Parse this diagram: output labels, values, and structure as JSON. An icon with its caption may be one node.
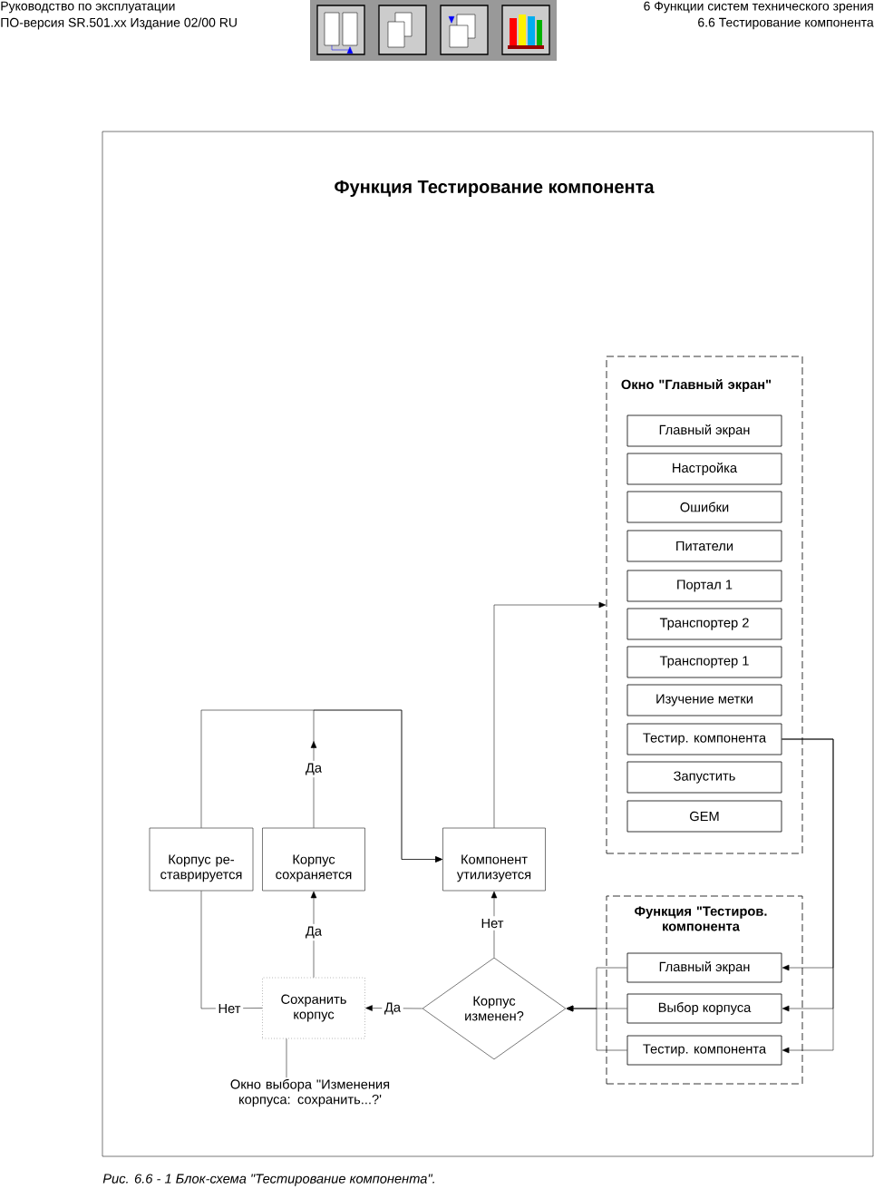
{
  "diagram": {
    "title": "Функция Тестирование компонента",
    "caption": "Рис. 6.6 - 1 Блок-схема \"Тестирование компонента\".",
    "nodes": [
      {
        "text": [
          "Окно \"Главный экран\""
        ]
      },
      {
        "text": [
          "Главный экран"
        ],
        "in": 0
      },
      {
        "text": [
          "Настройка"
        ],
        "in": 0
      },
      {
        "text": [
          "Ошибки"
        ],
        "in": 0
      },
      {
        "text": [
          "Питатели"
        ],
        "in": 0
      },
      {
        "text": [
          "Портал 1"
        ],
        "in": 0
      },
      {
        "text": [
          "Транспортер 2"
        ],
        "in": 0
      },
      {
        "text": [
          "Транспортер 1"
        ],
        "in": 0
      },
      {
        "text": [
          "Изучение метки"
        ],
        "in": 0
      },
      {
        "text": [
          "Тестир. компонента"
        ],
        "in": 0
      },
      {
        "text": [
          "Запустить"
        ],
        "in": 0
      },
      {
        "text": [
          "GEM"
        ],
        "in": 0
      },
      {
        "text": [
          "Функция \"Тестиров. компонента"
        ]
      },
      {
        "text": [
          "Главный экран"
        ],
        "in": 12
      },
      {
        "text": [
          "Выбор корпуса"
        ],
        "in": 12
      },
      {
        "text": [
          "Тестир. компонента"
        ],
        "in": 12
      },
      {
        "text": [
          "Корпус ре- ставрируется"
        ]
      },
      {
        "text": [
          "Корпус сохраняется"
        ]
      },
      {
        "text": [
          "Компонент утилизуется"
        ]
      },
      {
        "text": [
          "Корпус изменен?"
        ]
      },
      {
        "text": [
          "Сохранить корпус"
        ]
      },
      {
        "text": [
          "Окно выбора \"Изменения корпуса: сохранить...?'"
        ]
      }
    ],
    "edges": [
      {
        "from": 9,
        "to": 13,
        "arrow": "to"
      },
      {
        "from": 9,
        "to": 14,
        "arrow": "to"
      },
      {
        "from": 9,
        "to": 15,
        "arrow": "to"
      },
      {
        "from": 13,
        "to": 19,
        "arrow": "to"
      },
      {
        "from": 14,
        "to": 19,
        "arrow": "to"
      },
      {
        "from": 15,
        "to": 19,
        "arrow": "to"
      },
      {
        "from": 19,
        "to": 18,
        "arrow": "to",
        "label": "Нет"
      },
      {
        "from": 19,
        "to": 20,
        "arrow": "to",
        "label": "Да"
      },
      {
        "from": 20,
        "to": 17,
        "arrow": "to",
        "label": "Да"
      },
      {
        "from": 20,
        "to": 16,
        "arrow": "none",
        "label": "Нет"
      },
      {
        "from": 16,
        "to": 18,
        "arrow": "to"
      },
      {
        "from": 17,
        "to": 18,
        "arrow": "to",
        "label": "Да"
      },
      {
        "from": 18,
        "to": 0,
        "arrow": "to"
      },
      {
        "from": 21,
        "to": 20,
        "arrow": "none"
      }
    ],
    "labels": [
      "Руководство по эксплуатации",
      "ПО-версия SR.501.xx Издание 02/00 RU",
      "6 Функции систем технического зрения",
      "6.6 Тестирование компонента"
    ]
  }
}
